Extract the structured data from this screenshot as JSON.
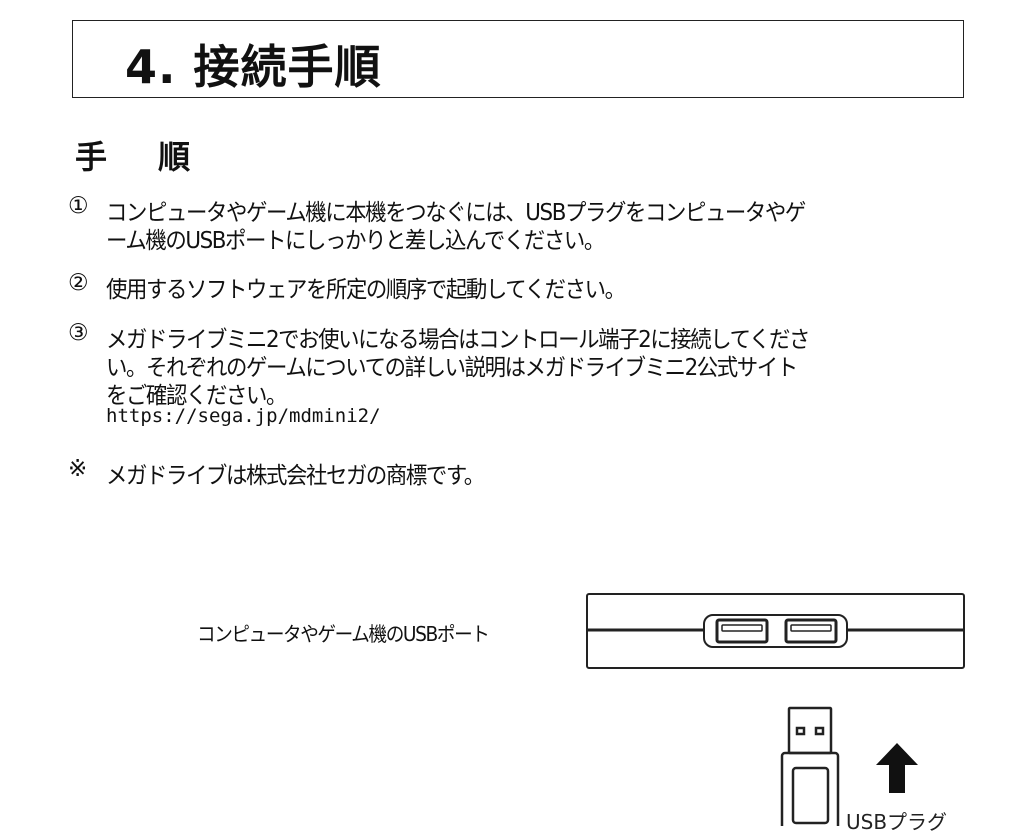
{
  "title": "4. 接続手順",
  "heading": "手 順",
  "steps": [
    {
      "num": "①",
      "lines": [
        "コンピュータやゲーム機に本機をつなぐには、USBプラグをコンピュータやゲ",
        "ーム機のUSBポートにしっかりと差し込んでください。"
      ]
    },
    {
      "num": "②",
      "lines": [
        "使用するソフトウェアを所定の順序で起動してください。"
      ]
    },
    {
      "num": "③",
      "lines": [
        "メガドライブミニ2でお使いになる場合はコントロール端子2に接続してくださ",
        "い。それぞれのゲームについての詳しい説明はメガドライブミニ2公式サイト",
        "をご確認ください。"
      ],
      "url": "https://sega.jp/mdmini2/"
    }
  ],
  "note": {
    "mark": "※",
    "text": "メガドライブは株式会社セガの商標です。"
  },
  "diagram": {
    "port_label": "コンピュータやゲーム機のUSBポート",
    "plug_label": "USBプラグ"
  }
}
